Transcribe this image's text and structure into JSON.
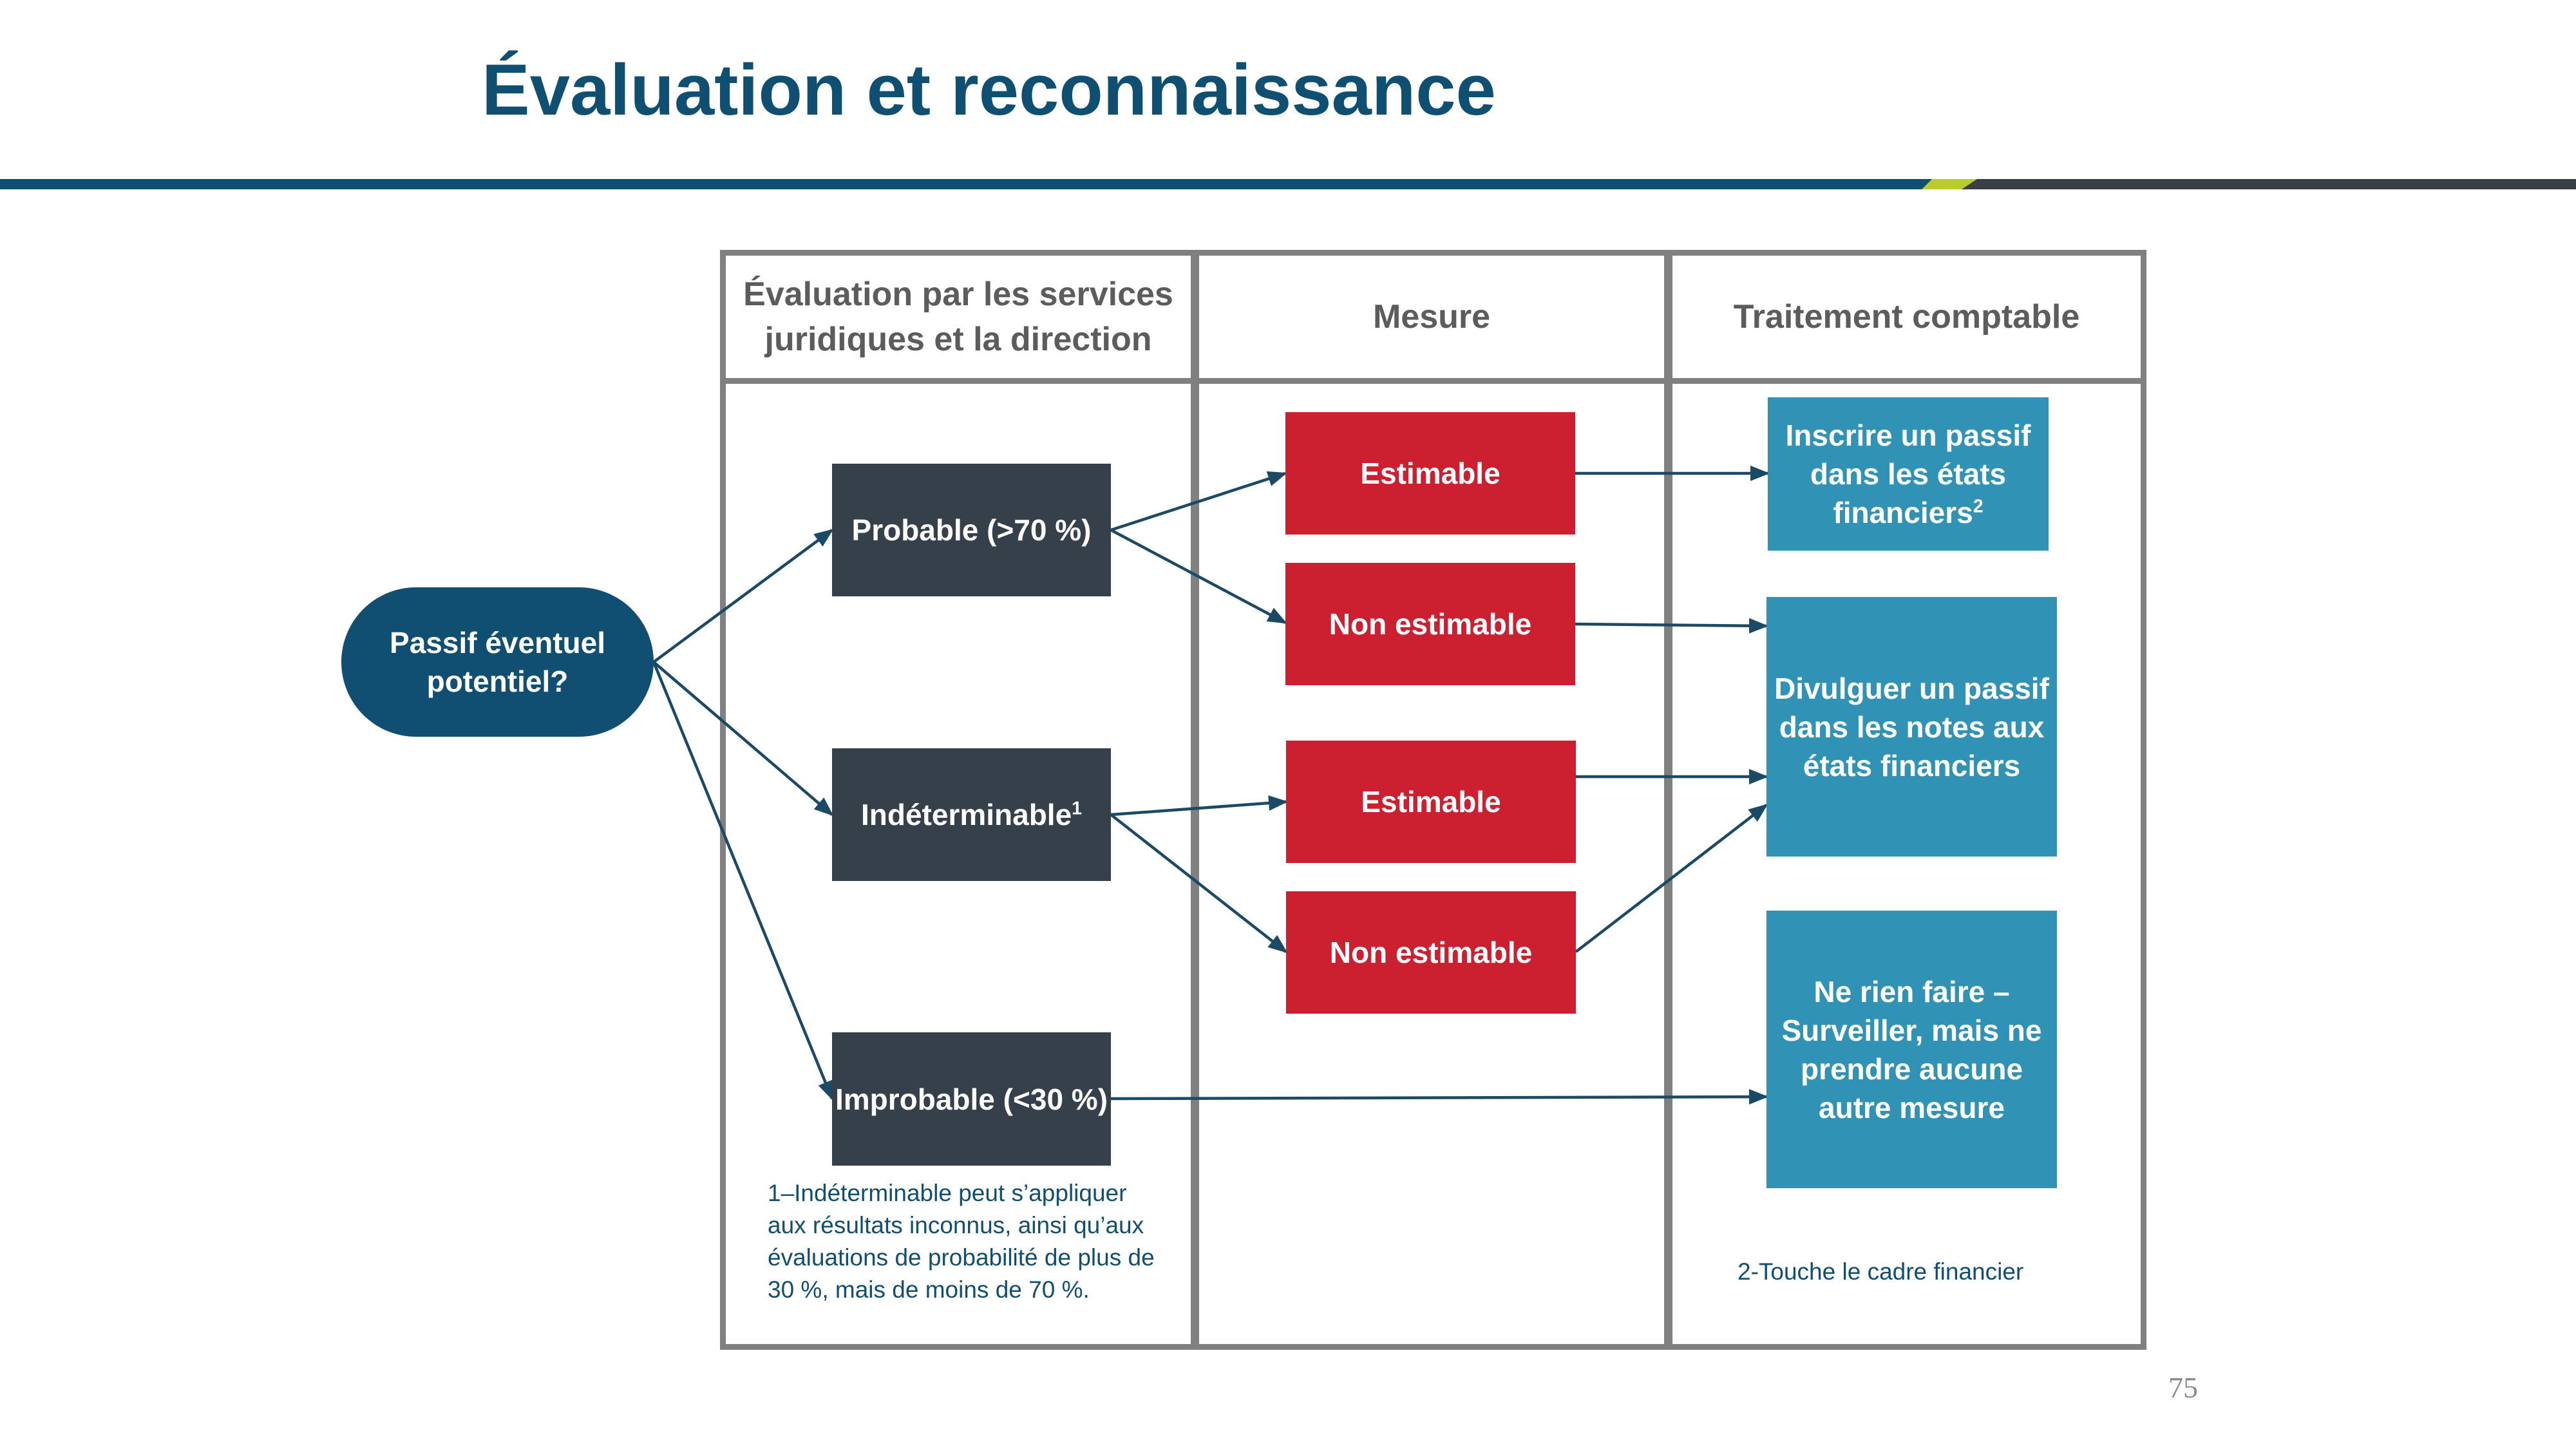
{
  "slide": {
    "title": "Évaluation et reconnaissance",
    "page_number": "75",
    "rule_colors": {
      "main": "#0f4f72",
      "accent": "#b8cc2a",
      "end": "#3a3f45"
    }
  },
  "columns": {
    "col1": {
      "header": "Évaluation par les services juridiques et la direction"
    },
    "col2": {
      "header": "Mesure"
    },
    "col3": {
      "header": "Traitement comptable"
    }
  },
  "nodes": {
    "start": {
      "label": "Passif éventuel potentiel?"
    },
    "probable": {
      "label": "Probable (>70 %)"
    },
    "indeterminable": {
      "label": "Indéterminable",
      "sup": "1"
    },
    "improbable": {
      "label": "Improbable (<30 %)"
    },
    "estimable_1": {
      "label": "Estimable"
    },
    "non_estimable_1": {
      "label": "Non estimable"
    },
    "estimable_2": {
      "label": "Estimable"
    },
    "non_estimable_2": {
      "label": "Non estimable"
    },
    "inscrire": {
      "label": "Inscrire un passif dans les états financiers",
      "sup": "2"
    },
    "divulguer": {
      "label": "Divulguer un passif dans les notes aux états financiers"
    },
    "ne_rien_faire": {
      "label": "Ne rien faire – Surveiller, mais ne prendre aucune autre mesure"
    }
  },
  "footnotes": {
    "note1": "1–Indéterminable peut s’appliquer aux résultats inconnus, ainsi qu’aux évaluations de probabilité de plus de 30 %, mais de moins de 70 %.",
    "note2": "2-Touche le cadre financier"
  },
  "edges": [
    {
      "from": "start",
      "to": "probable"
    },
    {
      "from": "start",
      "to": "indeterminable"
    },
    {
      "from": "start",
      "to": "improbable"
    },
    {
      "from": "probable",
      "to": "estimable_1"
    },
    {
      "from": "probable",
      "to": "non_estimable_1"
    },
    {
      "from": "indeterminable",
      "to": "estimable_2"
    },
    {
      "from": "indeterminable",
      "to": "non_estimable_2"
    },
    {
      "from": "estimable_1",
      "to": "inscrire"
    },
    {
      "from": "non_estimable_1",
      "to": "divulguer"
    },
    {
      "from": "estimable_2",
      "to": "divulguer"
    },
    {
      "from": "non_estimable_2",
      "to": "divulguer"
    },
    {
      "from": "improbable",
      "to": "ne_rien_faire"
    }
  ],
  "colors": {
    "title": "#0f4f72",
    "start_node": "#104f71",
    "likelihood_node": "#36404a",
    "measure_node": "#cc1f30",
    "treatment_node": "#3093b6",
    "arrow": "#1b4a66",
    "border": "#808080"
  }
}
